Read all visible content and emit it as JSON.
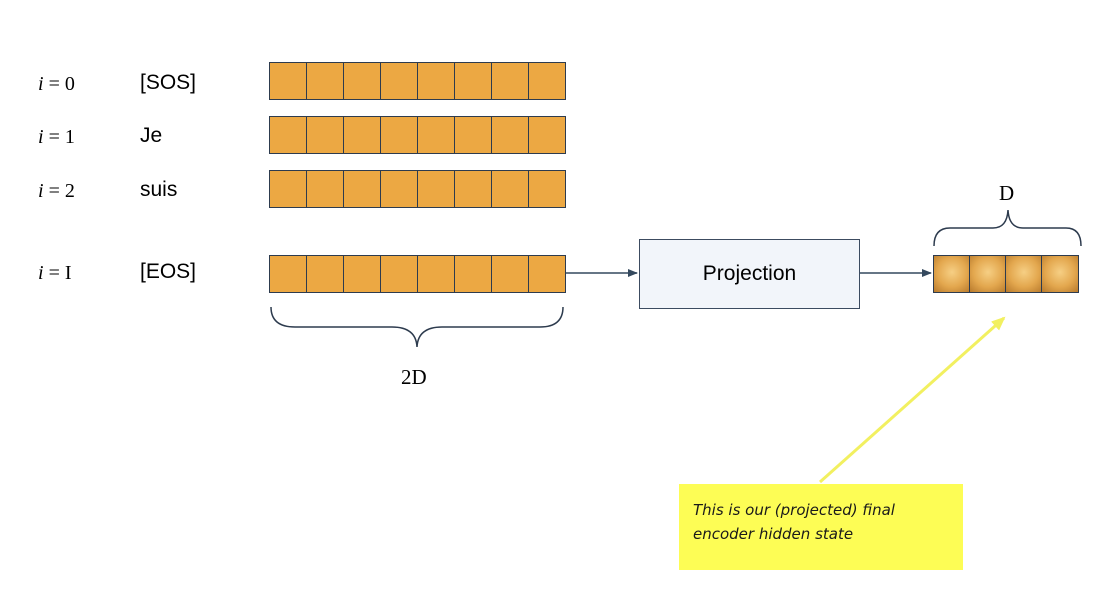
{
  "rows": [
    {
      "index_var": "i",
      "index_value": "= 0",
      "token": "[SOS]"
    },
    {
      "index_var": "i",
      "index_value": "= 1",
      "token": "Je"
    },
    {
      "index_var": "i",
      "index_value": "= 2",
      "token": "suis"
    },
    {
      "index_var": "i",
      "index_value": "= I",
      "token": "[EOS]"
    }
  ],
  "projection_label": "Projection",
  "input_dim_label": "2D",
  "output_dim_label": "D",
  "note": {
    "line1": "This is our (projected) final",
    "line2": "encoder hidden state"
  },
  "colors": {
    "cell_fill": "#eca843",
    "cell_border": "#2d3b4e",
    "arrow": "#34495e",
    "projection_fill": "#f2f5fa",
    "note_fill": "#fdfd55",
    "pointer_arrow": "#f2f060"
  }
}
